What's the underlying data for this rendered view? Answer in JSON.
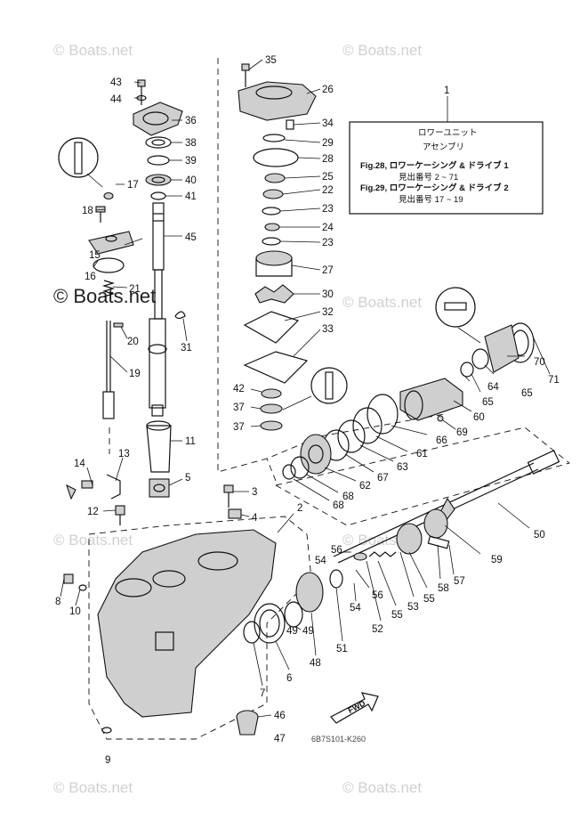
{
  "watermark": {
    "text": "© Boats.net",
    "big_text": "© Boats.net"
  },
  "info_box": {
    "ref_number": "1",
    "line1": "ロワーユニット",
    "line2": "アセンブリ",
    "line3": "Fig.28, ロワーケーシング & ドライブ 1",
    "line4": "見出番号 2 ~ 71",
    "line5": "Fig.29, ロワーケーシング & ドライブ 2",
    "line6": "見出番号 17 ~ 19"
  },
  "fwd_label": "FWD",
  "footer_code": "6B7S101-K260",
  "callouts": [
    "2",
    "3",
    "4",
    "5",
    "6",
    "7",
    "8",
    "9",
    "10",
    "11",
    "12",
    "13",
    "14",
    "15",
    "16",
    "17",
    "18",
    "19",
    "20",
    "21",
    "22",
    "23",
    "23",
    "24",
    "25",
    "26",
    "27",
    "28",
    "29",
    "30",
    "31",
    "32",
    "33",
    "34",
    "35",
    "36",
    "37",
    "37",
    "38",
    "39",
    "40",
    "41",
    "42",
    "43",
    "44",
    "45",
    "46",
    "47",
    "48",
    "49",
    "49",
    "50",
    "51",
    "52",
    "53",
    "54",
    "54",
    "55",
    "55",
    "56",
    "56",
    "57",
    "58",
    "59",
    "60",
    "61",
    "62",
    "63",
    "64",
    "65",
    "65",
    "66",
    "67",
    "68",
    "68",
    "69",
    "70",
    "71"
  ]
}
